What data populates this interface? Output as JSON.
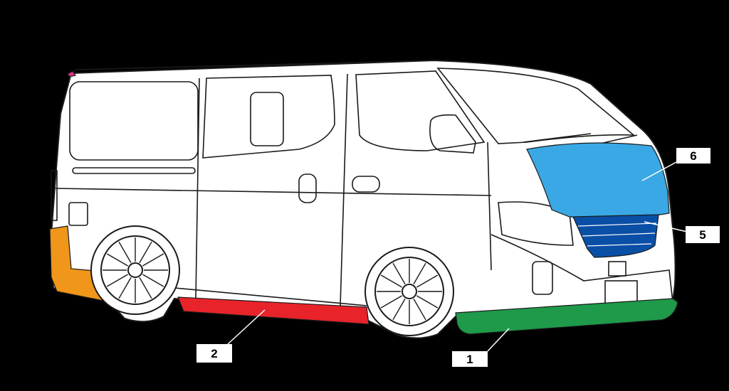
{
  "colors": {
    "background": "#000000",
    "body": "#ffffff",
    "outline": "#1a1a1a",
    "part_1_front_lip": "#1e9a4a",
    "part_2_side_skirt": "#e8232a",
    "part_3_rear_corner": "#f0961a",
    "part_5_grille": "#0a4fa6",
    "part_6_bonnet": "#3aa8e4",
    "part_roof_tip": "#e0308c",
    "callout_line": "#ffffff",
    "label_box": "#ffffff",
    "label_text": "#000000"
  },
  "labels": {
    "part_1": "1",
    "part_2": "2",
    "part_5": "5",
    "part_6": "6"
  }
}
